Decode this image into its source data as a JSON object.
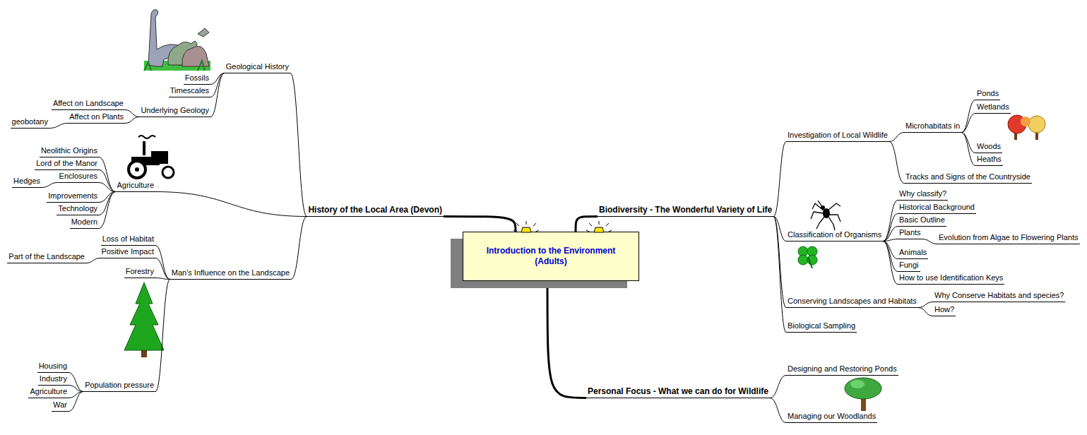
{
  "diagram": {
    "nodes": [
      {
        "text": [
          "Introduction to the Environment (Adults)"
        ]
      },
      {
        "text": [
          "History of the Local Area (Devon)"
        ]
      },
      {
        "text": [
          "Geological History"
        ]
      },
      {
        "text": [
          "Fossils"
        ]
      },
      {
        "text": [
          "Timescales"
        ]
      },
      {
        "text": [
          "Underlying Geology"
        ]
      },
      {
        "text": [
          "Affect on Landscape"
        ]
      },
      {
        "text": [
          "Affect on Plants"
        ]
      },
      {
        "text": [
          "geobotany"
        ]
      },
      {
        "text": [
          "Agriculture"
        ]
      },
      {
        "text": [
          "Neolithic Origins"
        ]
      },
      {
        "text": [
          "Lord of the Manor"
        ]
      },
      {
        "text": [
          "Enclosures"
        ]
      },
      {
        "text": [
          "Hedges"
        ]
      },
      {
        "text": [
          "Improvements"
        ]
      },
      {
        "text": [
          "Technology"
        ]
      },
      {
        "text": [
          "Modern"
        ]
      },
      {
        "text": [
          "Man's Influence on the Landscape"
        ]
      },
      {
        "text": [
          "Loss of Habitat"
        ]
      },
      {
        "text": [
          "Positive Impact"
        ]
      },
      {
        "text": [
          "Part of the Landscape"
        ]
      },
      {
        "text": [
          "Forestry"
        ]
      },
      {
        "text": [
          "Population pressure"
        ]
      },
      {
        "text": [
          "Housing"
        ]
      },
      {
        "text": [
          "Industry"
        ]
      },
      {
        "text": [
          "Agriculture"
        ]
      },
      {
        "text": [
          "War"
        ]
      },
      {
        "text": [
          "Biodiversity - The Wonderful Variety of Life"
        ]
      },
      {
        "text": [
          "Investigation of Local Wildlife"
        ]
      },
      {
        "text": [
          "Microhabitats in"
        ]
      },
      {
        "text": [
          "Ponds"
        ]
      },
      {
        "text": [
          "Wetlands"
        ]
      },
      {
        "text": [
          "Woods"
        ]
      },
      {
        "text": [
          "Heaths"
        ]
      },
      {
        "text": [
          "Tracks and Signs of the Countryside"
        ]
      },
      {
        "text": [
          "Classification of Organisms"
        ]
      },
      {
        "text": [
          "Why classify?"
        ]
      },
      {
        "text": [
          "Historical Background"
        ]
      },
      {
        "text": [
          "Basic Outline"
        ]
      },
      {
        "text": [
          "Plants"
        ]
      },
      {
        "text": [
          "Evolution from Algae to Flowering Plants"
        ]
      },
      {
        "text": [
          "Animals"
        ]
      },
      {
        "text": [
          "Fungi"
        ]
      },
      {
        "text": [
          "How to use Identification Keys"
        ]
      },
      {
        "text": [
          "Conserving Landscapes and Habitats"
        ]
      },
      {
        "text": [
          "Why Conserve Habitats and species?"
        ]
      },
      {
        "text": [
          "How?"
        ]
      },
      {
        "text": [
          "Biological Sampling"
        ]
      },
      {
        "text": [
          "Personal Focus - What we can do for Wildlife"
        ]
      },
      {
        "text": [
          "Designing and Restoring Ponds"
        ]
      },
      {
        "text": [
          "Managing our Woodlands"
        ]
      }
    ],
    "edges": [
      {
        "from": 0,
        "to": 1,
        "arrow": "none"
      },
      {
        "from": 0,
        "to": 27,
        "arrow": "none"
      },
      {
        "from": 0,
        "to": 48,
        "arrow": "none"
      },
      {
        "from": 1,
        "to": 2,
        "arrow": "none"
      },
      {
        "from": 1,
        "to": 9,
        "arrow": "none"
      },
      {
        "from": 1,
        "to": 17,
        "arrow": "none"
      },
      {
        "from": 2,
        "to": 3,
        "arrow": "none"
      },
      {
        "from": 2,
        "to": 4,
        "arrow": "none"
      },
      {
        "from": 2,
        "to": 5,
        "arrow": "none"
      },
      {
        "from": 5,
        "to": 6,
        "arrow": "none"
      },
      {
        "from": 5,
        "to": 7,
        "arrow": "none"
      },
      {
        "from": 7,
        "to": 8,
        "arrow": "none"
      },
      {
        "from": 9,
        "to": 10,
        "arrow": "none"
      },
      {
        "from": 9,
        "to": 11,
        "arrow": "none"
      },
      {
        "from": 9,
        "to": 12,
        "arrow": "none"
      },
      {
        "from": 12,
        "to": 13,
        "arrow": "none"
      },
      {
        "from": 9,
        "to": 14,
        "arrow": "none"
      },
      {
        "from": 9,
        "to": 15,
        "arrow": "none"
      },
      {
        "from": 9,
        "to": 16,
        "arrow": "none"
      },
      {
        "from": 17,
        "to": 18,
        "arrow": "none"
      },
      {
        "from": 17,
        "to": 19,
        "arrow": "none"
      },
      {
        "from": 19,
        "to": 20,
        "arrow": "none"
      },
      {
        "from": 17,
        "to": 21,
        "arrow": "none"
      },
      {
        "from": 17,
        "to": 22,
        "arrow": "none"
      },
      {
        "from": 22,
        "to": 23,
        "arrow": "none"
      },
      {
        "from": 22,
        "to": 24,
        "arrow": "none"
      },
      {
        "from": 22,
        "to": 25,
        "arrow": "none"
      },
      {
        "from": 22,
        "to": 26,
        "arrow": "none"
      },
      {
        "from": 27,
        "to": 28,
        "arrow": "none"
      },
      {
        "from": 27,
        "to": 35,
        "arrow": "none"
      },
      {
        "from": 27,
        "to": 44,
        "arrow": "none"
      },
      {
        "from": 27,
        "to": 47,
        "arrow": "none"
      },
      {
        "from": 28,
        "to": 29,
        "arrow": "none"
      },
      {
        "from": 28,
        "to": 34,
        "arrow": "none"
      },
      {
        "from": 29,
        "to": 30,
        "arrow": "none"
      },
      {
        "from": 29,
        "to": 31,
        "arrow": "none"
      },
      {
        "from": 29,
        "to": 32,
        "arrow": "none"
      },
      {
        "from": 29,
        "to": 33,
        "arrow": "none"
      },
      {
        "from": 35,
        "to": 36,
        "arrow": "none"
      },
      {
        "from": 35,
        "to": 37,
        "arrow": "none"
      },
      {
        "from": 35,
        "to": 38,
        "arrow": "none"
      },
      {
        "from": 35,
        "to": 39,
        "arrow": "none"
      },
      {
        "from": 39,
        "to": 40,
        "arrow": "none"
      },
      {
        "from": 35,
        "to": 41,
        "arrow": "none"
      },
      {
        "from": 35,
        "to": 42,
        "arrow": "none"
      },
      {
        "from": 35,
        "to": 43,
        "arrow": "none"
      },
      {
        "from": 44,
        "to": 45,
        "arrow": "none"
      },
      {
        "from": 44,
        "to": 46,
        "arrow": "none"
      },
      {
        "from": 48,
        "to": 49,
        "arrow": "none"
      },
      {
        "from": 48,
        "to": 50,
        "arrow": "none"
      }
    ]
  }
}
